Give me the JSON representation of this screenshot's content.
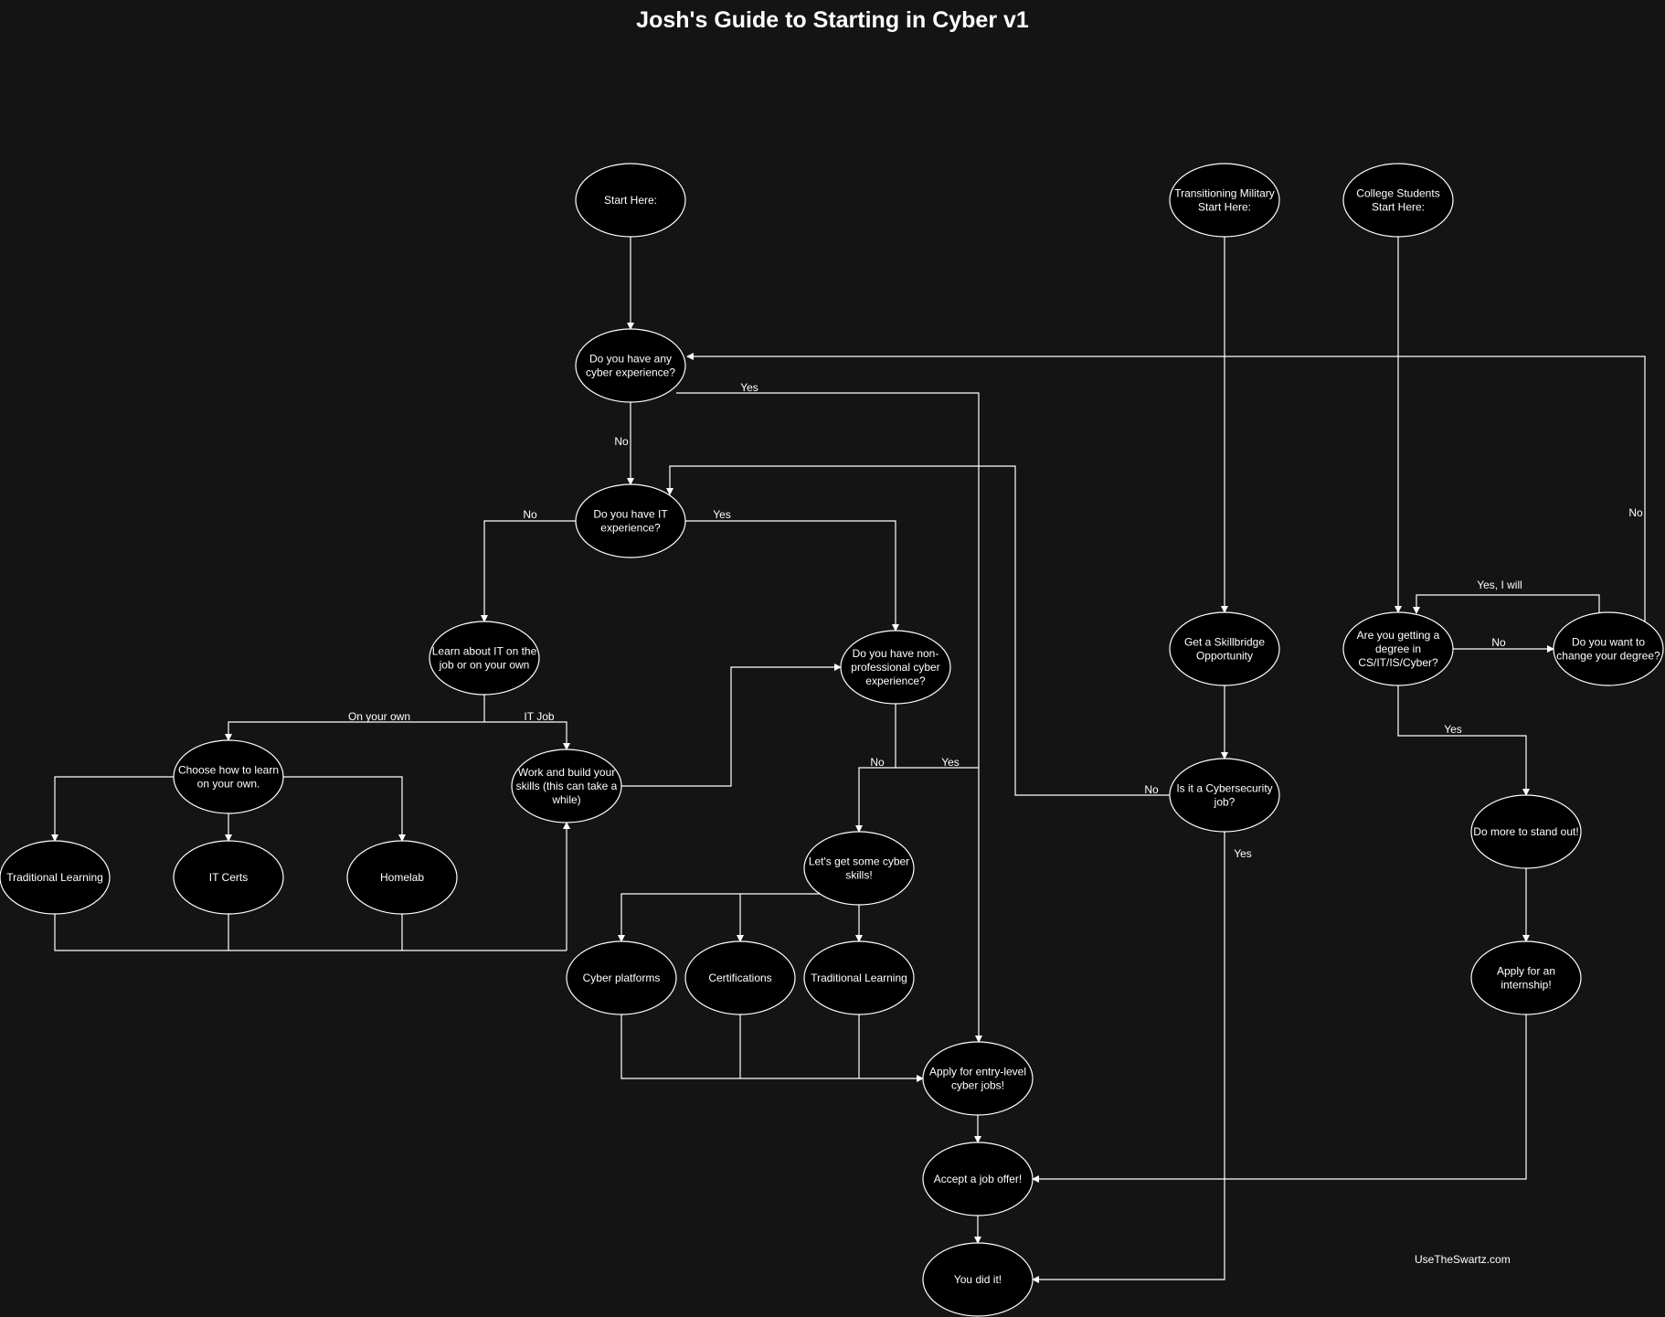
{
  "title": "Josh's Guide to Starting in Cyber v1",
  "footer": "UseTheSwartz.com",
  "colors": {
    "background": "#141414",
    "node_fill": "#000000",
    "stroke": "#ffffff",
    "text": "#ffffff"
  },
  "nodes": [
    {
      "id": "start",
      "lines": [
        "Start Here:"
      ]
    },
    {
      "id": "military",
      "lines": [
        "Transitioning Military",
        "Start Here:"
      ]
    },
    {
      "id": "college",
      "lines": [
        "College Students",
        "Start Here:"
      ]
    },
    {
      "id": "cyber_exp",
      "lines": [
        "Do you have any",
        "cyber experience?"
      ]
    },
    {
      "id": "it_exp",
      "lines": [
        "Do you have IT",
        "experience?"
      ]
    },
    {
      "id": "learn_it",
      "lines": [
        "Learn about IT on the",
        "job or on your own"
      ]
    },
    {
      "id": "nonpro",
      "lines": [
        "Do you have non-",
        "professional cyber",
        "experience?"
      ]
    },
    {
      "id": "choose",
      "lines": [
        "Choose how to learn",
        "on your own."
      ]
    },
    {
      "id": "work_build",
      "lines": [
        "Work and build your",
        "skills (this can take a",
        "while)"
      ]
    },
    {
      "id": "trad_left",
      "lines": [
        "Traditional Learning"
      ]
    },
    {
      "id": "it_certs",
      "lines": [
        "IT Certs"
      ]
    },
    {
      "id": "homelab",
      "lines": [
        "Homelab"
      ]
    },
    {
      "id": "cyber_skills",
      "lines": [
        "Let's get some cyber",
        "skills!"
      ]
    },
    {
      "id": "cyber_platforms",
      "lines": [
        "Cyber platforms"
      ]
    },
    {
      "id": "certifications",
      "lines": [
        "Certifications"
      ]
    },
    {
      "id": "trad_mid",
      "lines": [
        "Traditional Learning"
      ]
    },
    {
      "id": "apply",
      "lines": [
        "Apply for entry-level",
        "cyber jobs!"
      ]
    },
    {
      "id": "accept",
      "lines": [
        "Accept a job offer!"
      ]
    },
    {
      "id": "did_it",
      "lines": [
        "You did it!"
      ]
    },
    {
      "id": "skillbridge",
      "lines": [
        "Get a Skillbridge",
        "Opportunity"
      ]
    },
    {
      "id": "is_cyber_job",
      "lines": [
        "Is it a Cybersecurity",
        "job?"
      ]
    },
    {
      "id": "degree",
      "lines": [
        "Are you getting a",
        "degree in",
        "CS/IT/IS/Cyber?"
      ]
    },
    {
      "id": "change_degree",
      "lines": [
        "Do you want to",
        "change your degree?"
      ]
    },
    {
      "id": "stand_out",
      "lines": [
        "Do more to stand out!"
      ]
    },
    {
      "id": "internship",
      "lines": [
        "Apply for an",
        "internship!"
      ]
    }
  ],
  "edge_labels": [
    {
      "id": "cyber_exp_yes",
      "text": "Yes"
    },
    {
      "id": "cyber_exp_no",
      "text": "No"
    },
    {
      "id": "it_exp_no",
      "text": "No"
    },
    {
      "id": "it_exp_yes",
      "text": "Yes"
    },
    {
      "id": "on_your_own",
      "text": "On your own"
    },
    {
      "id": "it_job",
      "text": "IT Job"
    },
    {
      "id": "nonpro_no",
      "text": "No"
    },
    {
      "id": "nonpro_yes",
      "text": "Yes"
    },
    {
      "id": "cyberjob_no",
      "text": "No"
    },
    {
      "id": "cyberjob_yes",
      "text": "Yes"
    },
    {
      "id": "degree_no",
      "text": "No"
    },
    {
      "id": "degree_yes",
      "text": "Yes"
    },
    {
      "id": "yes_i_will",
      "text": "Yes, I will"
    },
    {
      "id": "change_no",
      "text": "No"
    }
  ]
}
